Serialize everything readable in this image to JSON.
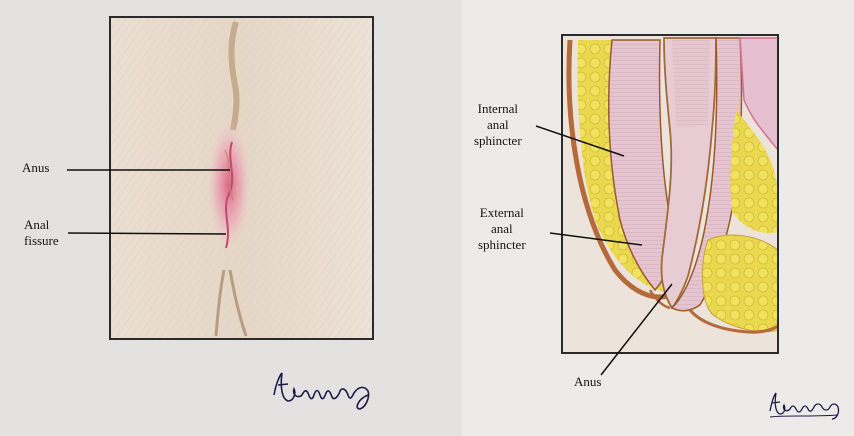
{
  "left_figure": {
    "labels": {
      "anus": "Anus",
      "anal_fissure": "Anal\nfissure"
    },
    "signature": "temmy"
  },
  "right_figure": {
    "labels": {
      "internal_anal_sphincter": "Internal\nanal\nsphincter",
      "external_anal_sphincter": "External\nanal\nsphincter",
      "anus": "Anus"
    },
    "signature": "temmy"
  },
  "colors": {
    "skin": "#e9dccc",
    "fissure_pink": "#e07a96",
    "fat_yellow": "#e6d44a",
    "muscle_pink": "#dfb9c6",
    "outline_brown": "#9a5a2a",
    "frame": "#2a2a2a"
  }
}
